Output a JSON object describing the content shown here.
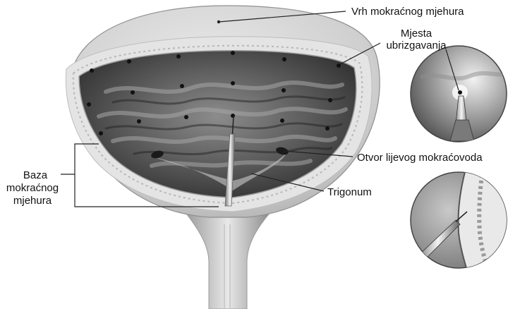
{
  "labels": {
    "apex": "Vrh mokraćnog mjehura",
    "injection_sites_line1": "Mjesta",
    "injection_sites_line2": "ubrizgavanja",
    "ureteral_orifice": "Otvor lijevog mokraćovoda",
    "trigone": "Trigonum",
    "base_line1": "Baza",
    "base_line2": "mokraćnog",
    "base_line3": "mjehura"
  },
  "colors": {
    "background": "#ffffff",
    "wall_outer": "#d2d2d2",
    "wall_cut": "#e6e6e6",
    "interior_dark": "#2a2a2a",
    "leader_line": "#222222",
    "injection_dot": "#111111"
  }
}
